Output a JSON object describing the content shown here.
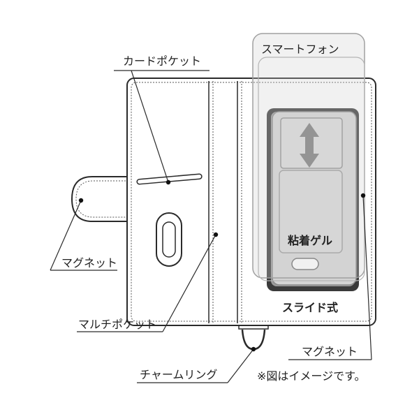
{
  "labels": {
    "card_pocket": "カードポケット",
    "smartphone": "スマートフォン",
    "magnet_left": "マグネット",
    "adhesive_gel": "粘着ゲル",
    "slide_type": "スライド式",
    "multi_pocket": "マルチポケット",
    "magnet_right": "マグネット",
    "charm_ring": "チャームリング",
    "note": "※図はイメージです。"
  },
  "icons": {
    "slide_arrow": "double-vertical-arrow"
  },
  "colors": {
    "outline": "#2a2a2a",
    "dotted_stitch": "#555555",
    "phone_fill": "#d6d6d6",
    "dark_panel": "#3a3a3a",
    "arrow": "#777777",
    "ghost_phone": "#c8c8c8"
  }
}
